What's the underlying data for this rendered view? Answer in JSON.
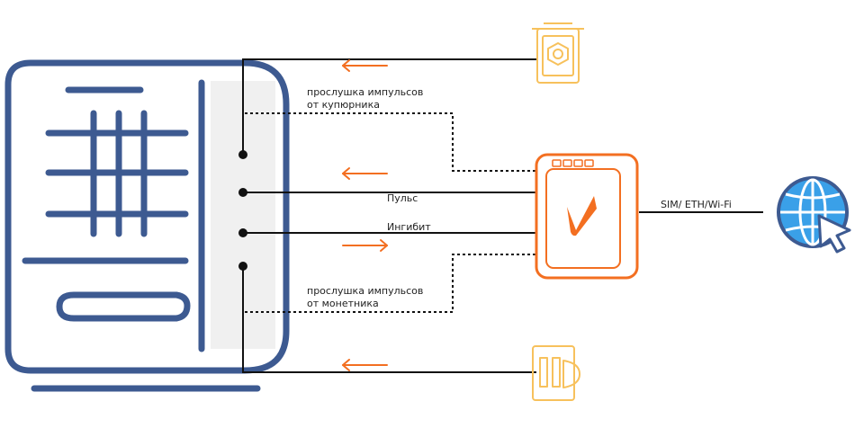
{
  "colors": {
    "machine": "#3d5a91",
    "accent": "#f36f21",
    "peripheral": "#f7c15c",
    "wire": "#111111",
    "globe": "#3aa0e8",
    "panel": "#f0f0f0"
  },
  "icons": {
    "machine": "vending-machine-icon",
    "bill_acceptor": "bill-acceptor-icon",
    "coin_acceptor": "coin-acceptor-icon",
    "controller": "telemetry-controller-icon",
    "internet": "globe-cursor-icon"
  },
  "labels": {
    "bill_listen_line1": "прослушка  импульсов",
    "bill_listen_line2": "от купюрника",
    "pulse": "Пульс",
    "inhibit": "Ингибит",
    "coin_listen_line1": "прослушка  импульсов",
    "coin_listen_line2": "от монетника",
    "connection": "SIM/ ETH/Wi-Fi"
  }
}
